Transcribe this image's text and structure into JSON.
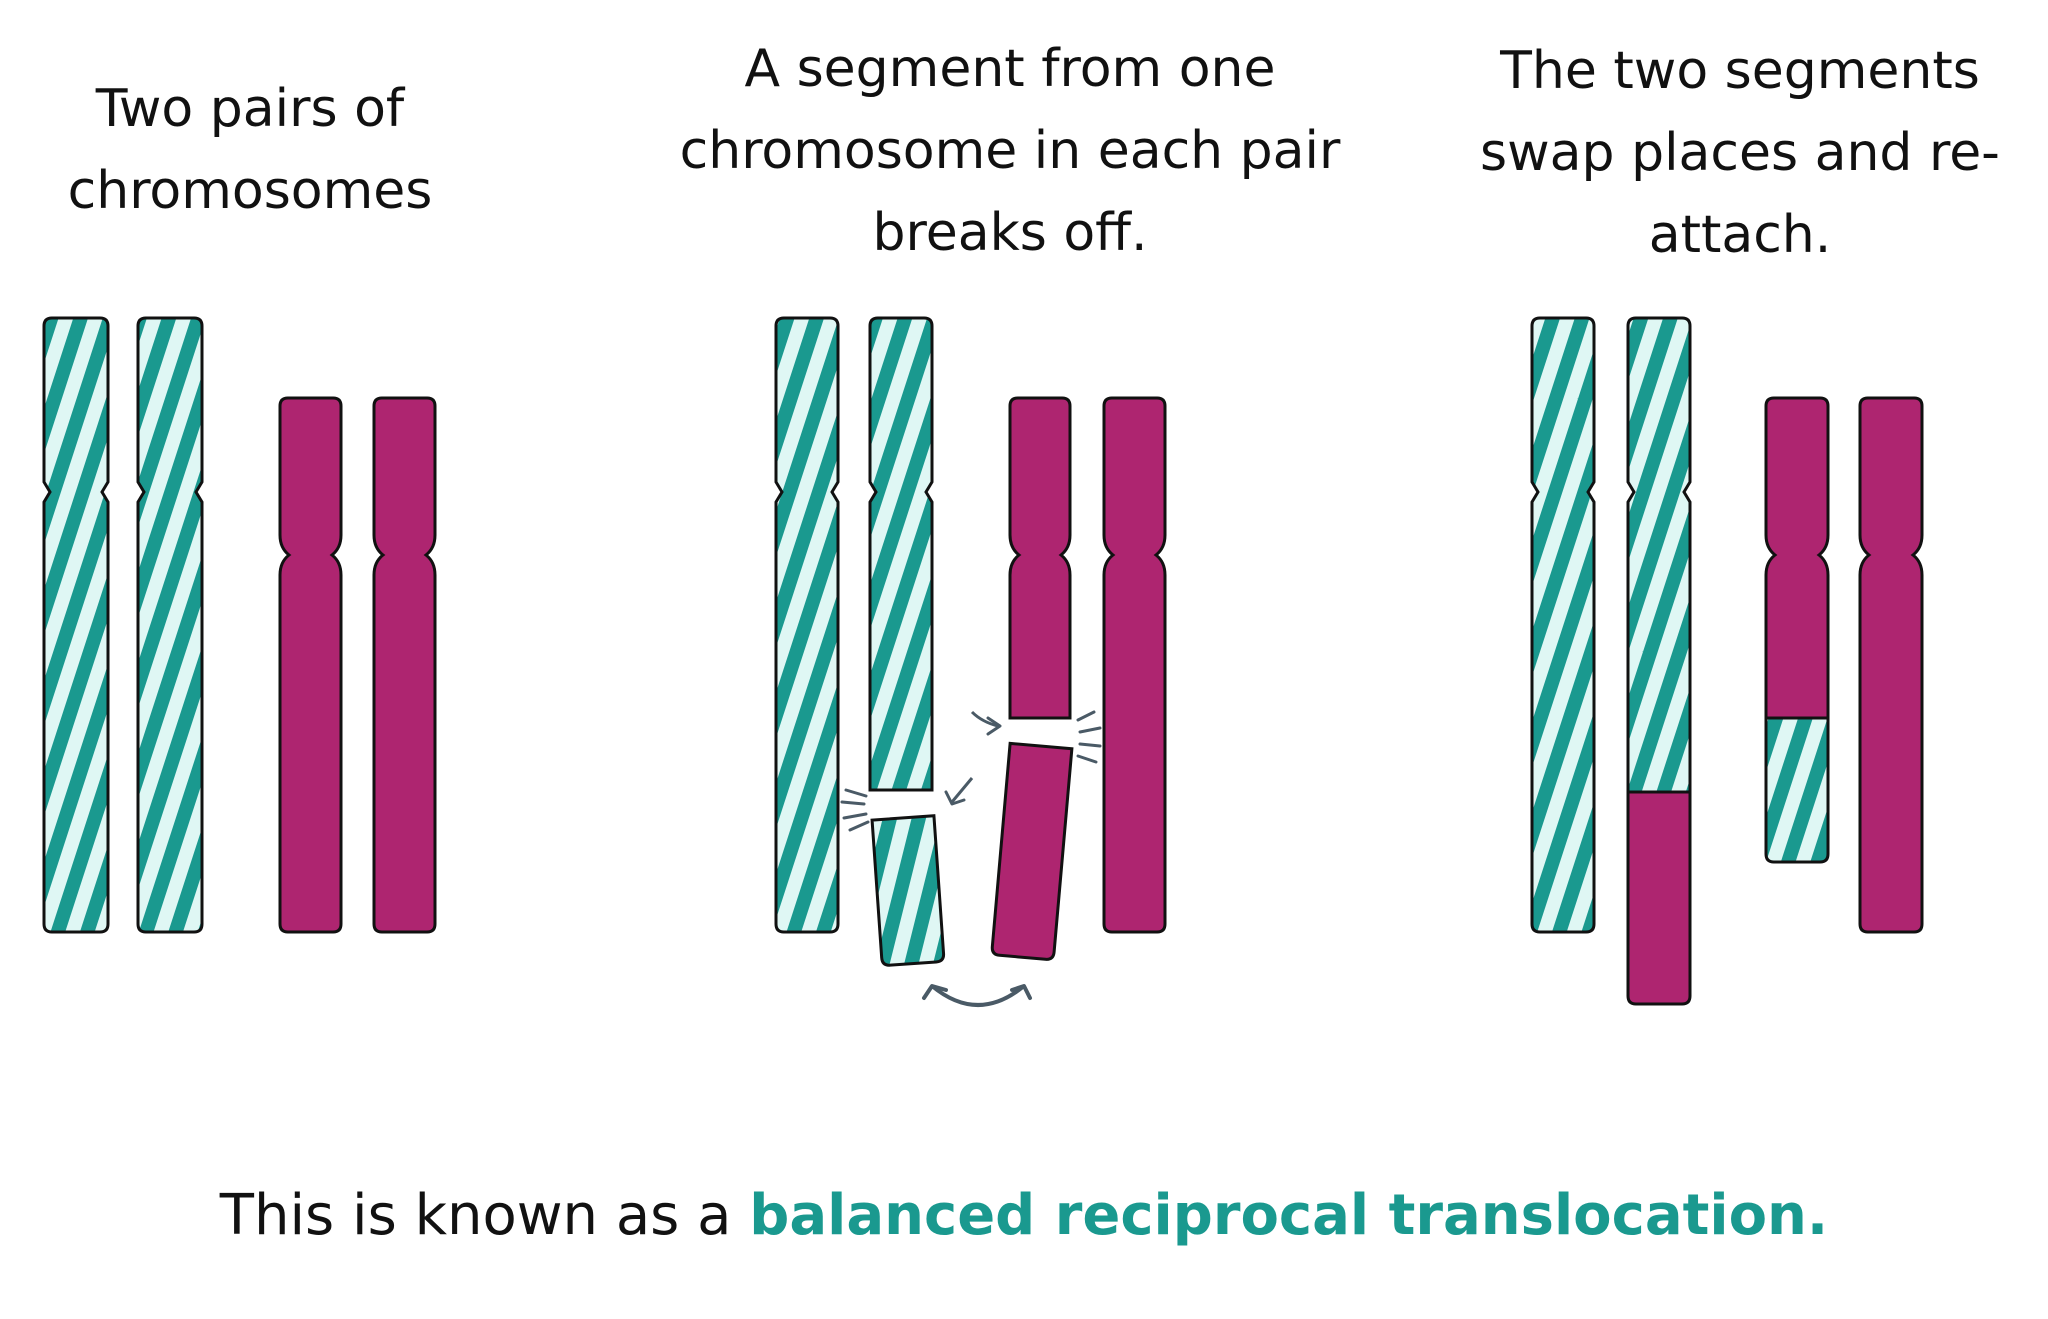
{
  "captions": {
    "step1": "Two pairs of\nchromosomes",
    "step2": "A segment from one\nchromosome in each pair\nbreaks off.",
    "step3": "The two segments\nswap places and re-\nattach."
  },
  "footer": {
    "prefix": "This is known as a ",
    "highlight": "balanced reciprocal translocation."
  },
  "colors": {
    "teal": "#1a998f",
    "teal_stripe_light": "#dff7f4",
    "magenta": "#ae2570",
    "outline": "#111111",
    "arrow": "#4a5a66"
  }
}
